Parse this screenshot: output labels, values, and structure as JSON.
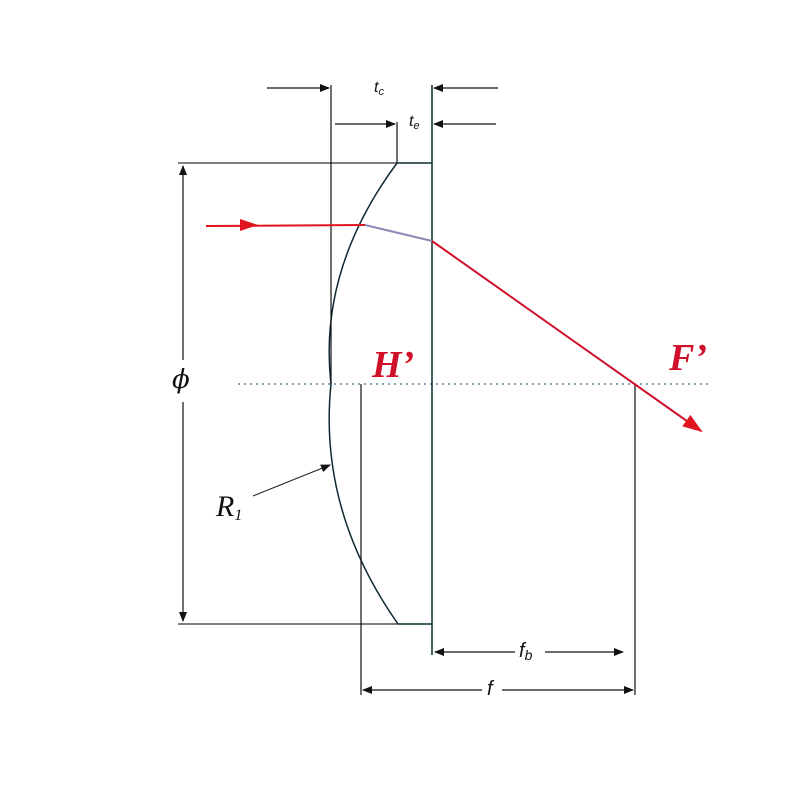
{
  "diagram": {
    "title": "Plano-convex lens focal geometry",
    "labels": {
      "tc": {
        "main": "t",
        "sub": "c"
      },
      "te": {
        "main": "t",
        "sub": "e"
      },
      "phi": "ϕ",
      "h_prime": "H’",
      "f_prime": "F’",
      "r1": {
        "main": "R",
        "sub": "1"
      },
      "fb": {
        "main": "f",
        "sub": "b"
      },
      "f": "f"
    },
    "colors": {
      "ray": "#e0151f",
      "ray_inside_lens": "#8a8ab8",
      "lens_outline": "#0d2a33",
      "dimension_lines": "#111111",
      "axis": "#3a6a8a",
      "label_accent": "#d0102a"
    },
    "elements": [
      "lens body (flat back surface, curved front R1)",
      "incoming parallel ray",
      "refracted ray to focal point F'",
      "optical axis (dotted)",
      "principal plane H'",
      "dimension: center thickness tc",
      "dimension: edge thickness te",
      "dimension: diameter phi",
      "dimension: back focal length fb",
      "dimension: effective focal length f"
    ]
  }
}
